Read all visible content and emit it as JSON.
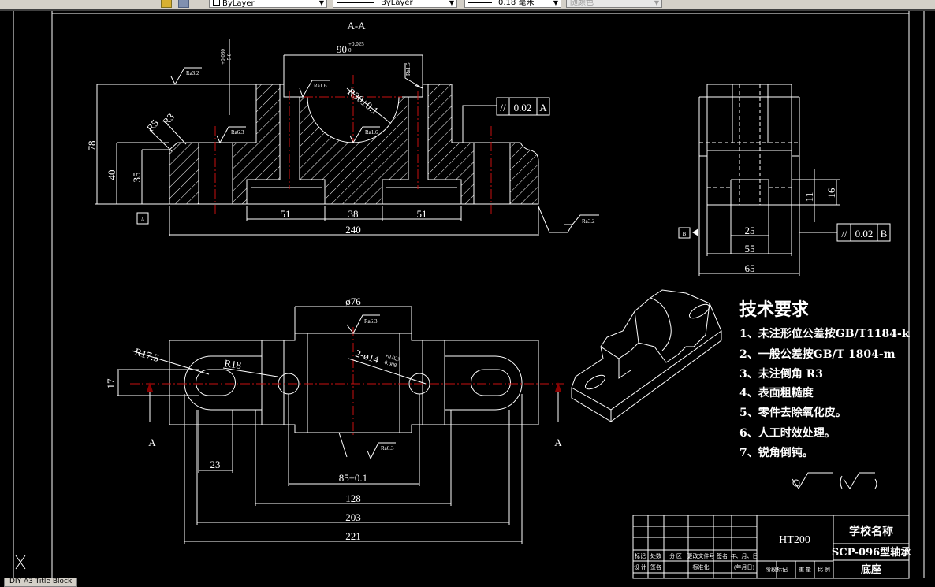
{
  "toolbar": {
    "color_select": "ByLayer",
    "linetype_select": "ByLayer",
    "lineweight_select": "0.18 毫米",
    "plotstyle_select": "随颜色",
    "layer_icons": [
      "layer-states-icon",
      "layer-previous-icon"
    ]
  },
  "layout_tab": "DIY A3 Title Block",
  "colors": {
    "background": "#000000",
    "lines": "#ffffff",
    "centerlines": "#c81010",
    "toolbar": "#d4d0c8"
  },
  "section_view": {
    "title": "A-A",
    "dims": {
      "top_width": "90",
      "top_tol_upper": "+0.025",
      "top_tol_lower": "0",
      "radius": "R30±0.1",
      "overall": "240",
      "left_recess": "51",
      "middle": "38",
      "right_recess": "51",
      "height_total": "78",
      "height_base": "40",
      "height_35": "35",
      "r5": "R5",
      "r3": "R3",
      "tol_vert": "+0.030",
      "tol_vert2": "5  0"
    },
    "roughness": [
      "Ra3.2",
      "Ra1.6",
      "Ra6.3",
      "Ra1.6",
      "Ra1.6",
      "Ra3.2"
    ],
    "datum": "A",
    "tolerance_frame": {
      "symbol": "//",
      "value": "0.02",
      "datum": "A"
    }
  },
  "side_view": {
    "dims": {
      "w25": "25",
      "w55": "55",
      "w65": "65",
      "h11": "11",
      "h16": "16"
    },
    "datum": "B",
    "tolerance_frame": {
      "symbol": "//",
      "value": "0.02",
      "datum": "B"
    }
  },
  "plan_view": {
    "dims": {
      "dia76": "ø76",
      "r175": "R17.5",
      "r18": "R18",
      "holes": "2-ø14",
      "holes_tol_upper": "+0.027",
      "holes_tol_lower": "-0.008",
      "h17": "17",
      "w23": "23",
      "w85": "85±0.1",
      "w128": "128",
      "w203": "203",
      "w221": "221"
    },
    "roughness": [
      "Ra6.3",
      "Ra6.3"
    ],
    "section_marks": [
      "A",
      "A"
    ]
  },
  "tech_requirements": {
    "title": "技术要求",
    "items": [
      "1、未注形位公差按GB/T1184-k",
      "2、一般公差按GB/T 1804-m",
      "3、未注倒角 R3",
      "4、表面粗糙度",
      "5、零件去除氧化皮。",
      "6、人工时效处理。",
      "7、锐角倒钝。"
    ]
  },
  "title_block": {
    "material": "HT200",
    "school": "学校名称",
    "part_name": "SCP-096型轴承",
    "part_name2": "底座",
    "headers": [
      "标记",
      "处数",
      "分 区",
      "更改文件号",
      "签名",
      "年、月、日"
    ],
    "row2": [
      "设 计",
      "签名",
      "",
      "标准化",
      "",
      "(年月日)"
    ],
    "stage_headers": [
      "阶段标记",
      "重 量",
      "比 例"
    ]
  }
}
